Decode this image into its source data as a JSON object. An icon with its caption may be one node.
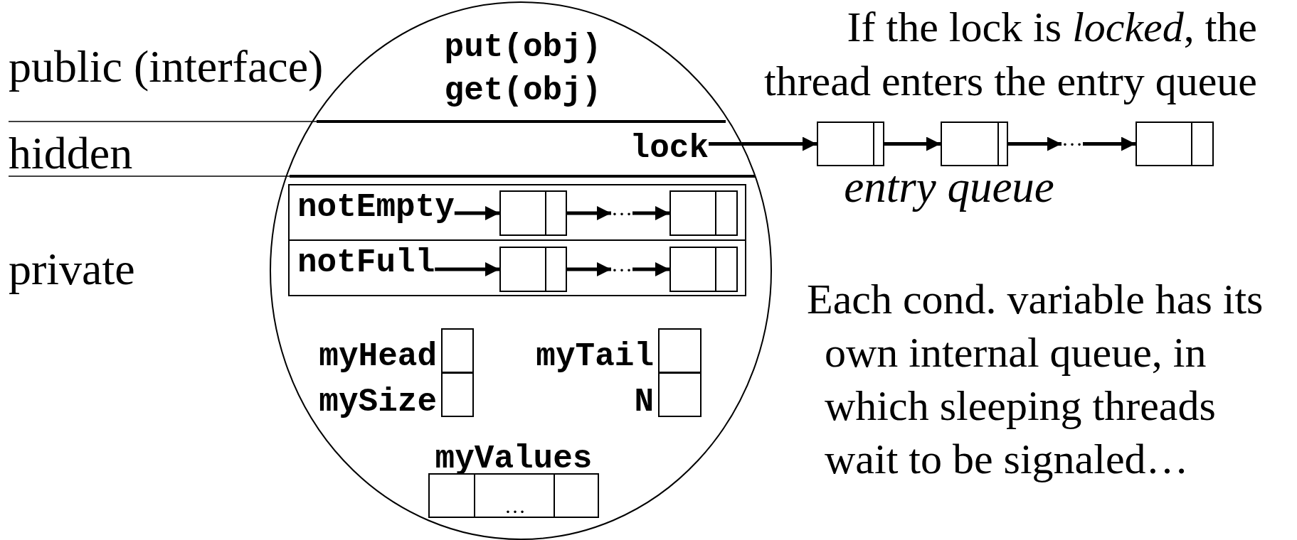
{
  "diagram": {
    "nodes": [
      {
        "text": [
          "lock"
        ]
      },
      {
        "text": [],
        "shape": "box"
      },
      {
        "text": [],
        "shape": "box"
      },
      {
        "text": [
          "…"
        ]
      },
      {
        "text": [],
        "shape": "box"
      },
      {
        "text": [],
        "shape": "box"
      },
      {
        "text": [
          "notEmpty"
        ],
        "in": 5
      },
      {
        "text": [],
        "shape": "box",
        "in": 5
      },
      {
        "text": [
          "…"
        ],
        "in": 5
      },
      {
        "text": [],
        "shape": "box",
        "in": 5
      },
      {
        "text": [],
        "shape": "box"
      },
      {
        "text": [
          "notFull"
        ],
        "in": 10
      },
      {
        "text": [],
        "shape": "box",
        "in": 10
      },
      {
        "text": [
          "…"
        ],
        "in": 10
      },
      {
        "text": [],
        "shape": "box",
        "in": 10
      },
      {
        "text": [],
        "shape": "box",
        "beside": [
          "myHead"
        ]
      },
      {
        "text": [],
        "shape": "box",
        "beside": [
          "mySize"
        ]
      },
      {
        "text": [],
        "shape": "box",
        "beside": [
          "myTail"
        ]
      },
      {
        "text": [],
        "shape": "box",
        "beside": [
          "N"
        ]
      },
      {
        "text": [
          "…"
        ],
        "beside": [
          "myValues"
        ]
      }
    ],
    "edges": [
      {
        "from": 0,
        "to": 1,
        "arrow": "to"
      },
      {
        "from": 1,
        "to": 2,
        "arrow": "to"
      },
      {
        "from": 2,
        "to": 3,
        "arrow": "to"
      },
      {
        "from": 3,
        "to": 4,
        "arrow": "to"
      },
      {
        "from": 6,
        "to": 7,
        "arrow": "to"
      },
      {
        "from": 7,
        "to": 8,
        "arrow": "to"
      },
      {
        "from": 8,
        "to": 9,
        "arrow": "to"
      },
      {
        "from": 11,
        "to": 12,
        "arrow": "to"
      },
      {
        "from": 12,
        "to": 13,
        "arrow": "to"
      },
      {
        "from": 13,
        "to": 14,
        "arrow": "to"
      }
    ],
    "labels": [
      "If the lock is *locked*, the thread enters the entry queue",
      "public (interface)",
      "put(obj)",
      "get(obj)",
      "hidden",
      "entry queue",
      "private",
      "Each cond. variable has its own internal queue, in which sleeping threads wait to be signaled…"
    ]
  }
}
